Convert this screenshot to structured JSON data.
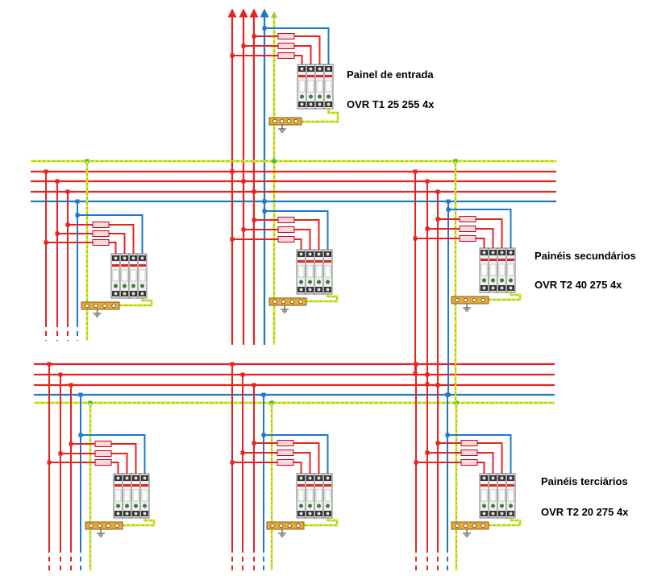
{
  "colors": {
    "phase": "#e52421",
    "neutral": "#1f78c8",
    "earth_green": "#9ccd3a",
    "earth_yellow": "#f2e600",
    "fuse": "#f8d9dc",
    "fuse_border": "#c4001a",
    "busbar": "#e9a93a",
    "spd_body": "#f0f0f0",
    "spd_red": "#d62a26"
  },
  "labels": {
    "entry_title": "Painel de entrada",
    "entry_model": "OVR T1 25 255 4x",
    "secondary_title": "Painéis secundários",
    "secondary_model": "OVR T2 40 275 4x",
    "tertiary_title": "Painéis terciários",
    "tertiary_model": "OVR T2 20 275  4x"
  },
  "panels": [
    {
      "id": "entry",
      "tier": "entry"
    },
    {
      "id": "secondary-left",
      "tier": "secondary"
    },
    {
      "id": "secondary-center",
      "tier": "secondary"
    },
    {
      "id": "secondary-right",
      "tier": "secondary"
    },
    {
      "id": "tertiary-left",
      "tier": "tertiary"
    },
    {
      "id": "tertiary-center",
      "tier": "tertiary"
    },
    {
      "id": "tertiary-right",
      "tier": "tertiary"
    }
  ]
}
